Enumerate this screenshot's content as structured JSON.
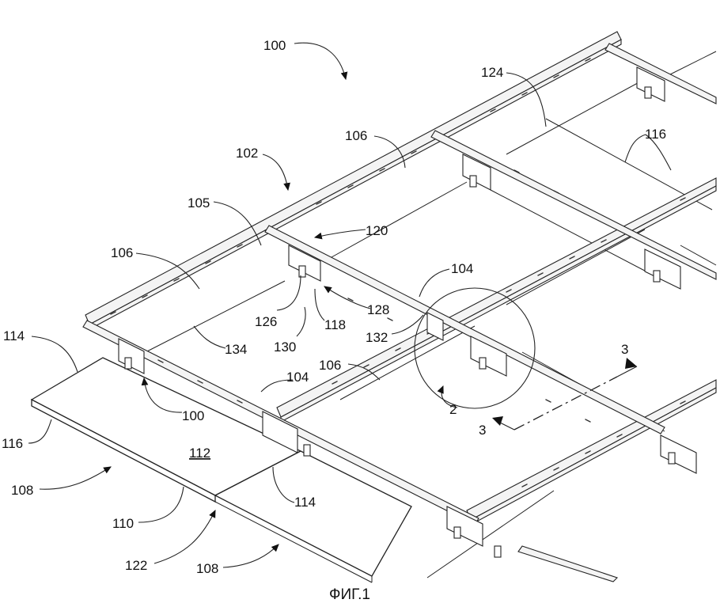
{
  "figure_caption": "ФИГ.1",
  "reference_numerals": {
    "n100_top": "100",
    "n102": "102",
    "n124": "124",
    "n106_a": "106",
    "n116_a": "116",
    "n105": "105",
    "n120": "120",
    "n106_b": "106",
    "n104_a": "104",
    "n128": "128",
    "n126": "126",
    "n118": "118",
    "n130": "130",
    "n132": "132",
    "n134": "134",
    "n114_a": "114",
    "n3_a": "3",
    "n104_b": "104",
    "n106_c": "106",
    "n100_bottom": "100",
    "n2": "2",
    "n3_b": "3",
    "n116_b": "116",
    "n112": "112",
    "n108_a": "108",
    "n114_b": "114",
    "n110": "110",
    "n122": "122",
    "n108_b": "108"
  }
}
